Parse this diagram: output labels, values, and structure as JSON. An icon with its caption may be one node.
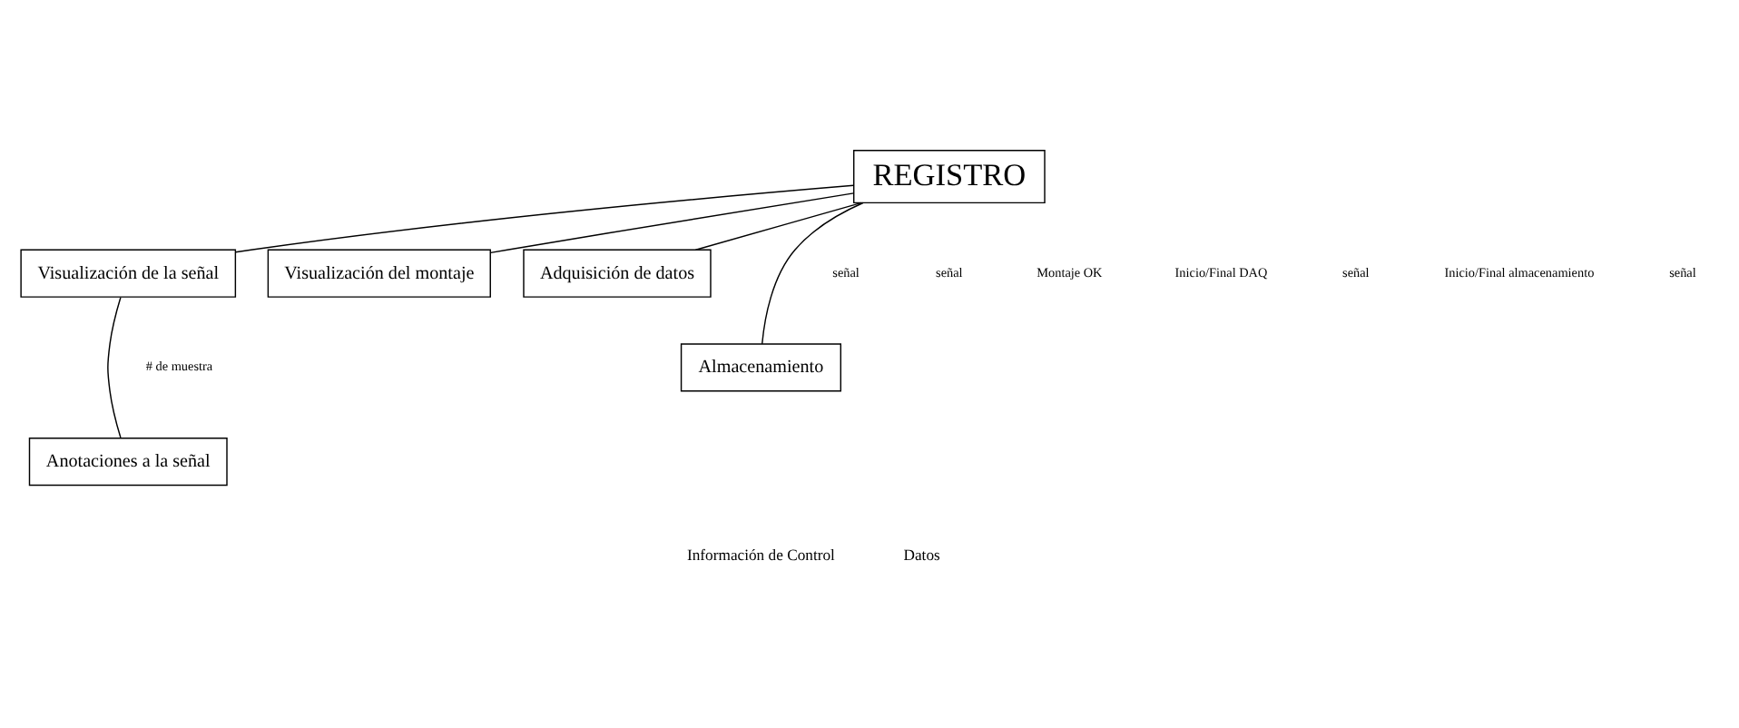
{
  "diagram": {
    "nodes": [
      {
        "text": [
          "REGISTRO"
        ]
      },
      {
        "text": [
          "Visualización de la señal"
        ]
      },
      {
        "text": [
          "Visualización del montaje"
        ]
      },
      {
        "text": [
          "Adquisición de datos"
        ]
      },
      {
        "text": [
          "Almacenamiento"
        ]
      },
      {
        "text": [
          "Anotaciones a la señal"
        ]
      }
    ],
    "edges": [
      {
        "from": 0,
        "to": 1,
        "arrow": "none"
      },
      {
        "from": 0,
        "to": 2,
        "arrow": "none"
      },
      {
        "from": 0,
        "to": 3,
        "arrow": "none"
      },
      {
        "from": 0,
        "to": 4,
        "arrow": "none"
      },
      {
        "from": 1,
        "to": 5,
        "arrow": "none"
      }
    ],
    "labels": [
      "señal",
      "señal",
      "Montaje OK",
      "Inicio/Final DAQ",
      "señal",
      "Inicio/Final almacenamiento",
      "señal",
      "# de muestra"
    ],
    "legend": [
      {
        "text": "Información de Control"
      },
      {
        "text": "Datos"
      }
    ]
  }
}
